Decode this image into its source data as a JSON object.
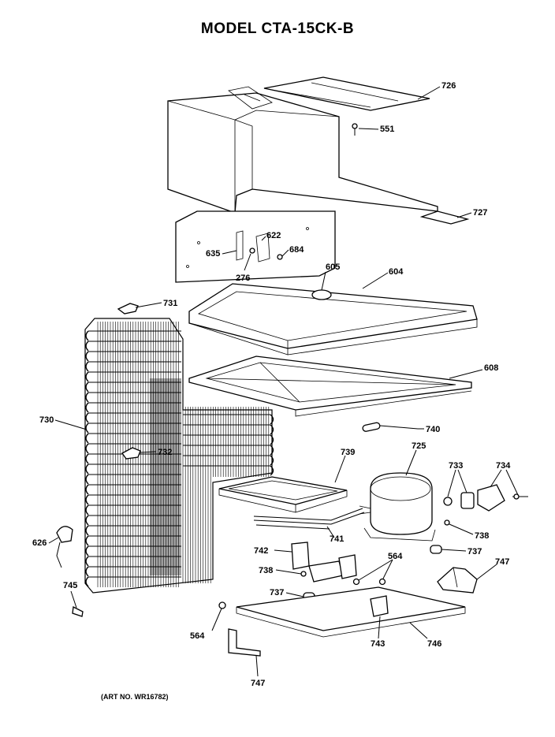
{
  "title": "MODEL CTA-15CK-B",
  "art_number": "(ART NO. WR16782)",
  "callouts": [
    {
      "id": "c726",
      "text": "726"
    },
    {
      "id": "c551",
      "text": "551"
    },
    {
      "id": "c727",
      "text": "727"
    },
    {
      "id": "c622",
      "text": "622"
    },
    {
      "id": "c635",
      "text": "635"
    },
    {
      "id": "c684",
      "text": "684"
    },
    {
      "id": "c276",
      "text": "276"
    },
    {
      "id": "c605",
      "text": "605"
    },
    {
      "id": "c604",
      "text": "604"
    },
    {
      "id": "c731",
      "text": "731"
    },
    {
      "id": "c608",
      "text": "608"
    },
    {
      "id": "c730",
      "text": "730"
    },
    {
      "id": "c740",
      "text": "740"
    },
    {
      "id": "c732",
      "text": "732"
    },
    {
      "id": "c739",
      "text": "739"
    },
    {
      "id": "c725",
      "text": "725"
    },
    {
      "id": "c733",
      "text": "733"
    },
    {
      "id": "c734",
      "text": "734"
    },
    {
      "id": "c741",
      "text": "741"
    },
    {
      "id": "c738a",
      "text": "738"
    },
    {
      "id": "c626",
      "text": "626"
    },
    {
      "id": "c742",
      "text": "742"
    },
    {
      "id": "c737a",
      "text": "737"
    },
    {
      "id": "c564a",
      "text": "564"
    },
    {
      "id": "c747a",
      "text": "747"
    },
    {
      "id": "c738b",
      "text": "738"
    },
    {
      "id": "c745",
      "text": "745"
    },
    {
      "id": "c737b",
      "text": "737"
    },
    {
      "id": "c564b",
      "text": "564"
    },
    {
      "id": "c743",
      "text": "743"
    },
    {
      "id": "c746",
      "text": "746"
    },
    {
      "id": "c747b",
      "text": "747"
    }
  ]
}
